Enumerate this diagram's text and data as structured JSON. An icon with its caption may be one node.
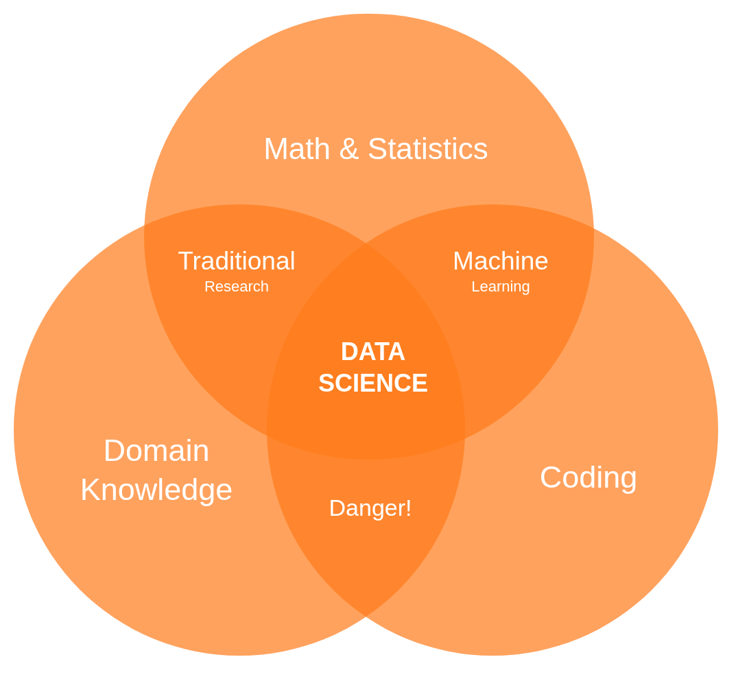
{
  "diagram": {
    "nodes": [
      {
        "text": [
          "Math & Statistics"
        ]
      },
      {
        "text": [
          "Domain Knowledge"
        ]
      },
      {
        "text": [
          "Coding"
        ]
      }
    ],
    "labels": [
      "Traditional",
      "Research",
      "Machine",
      "Learning",
      "DATA SCIENCE",
      "Danger!"
    ]
  }
}
